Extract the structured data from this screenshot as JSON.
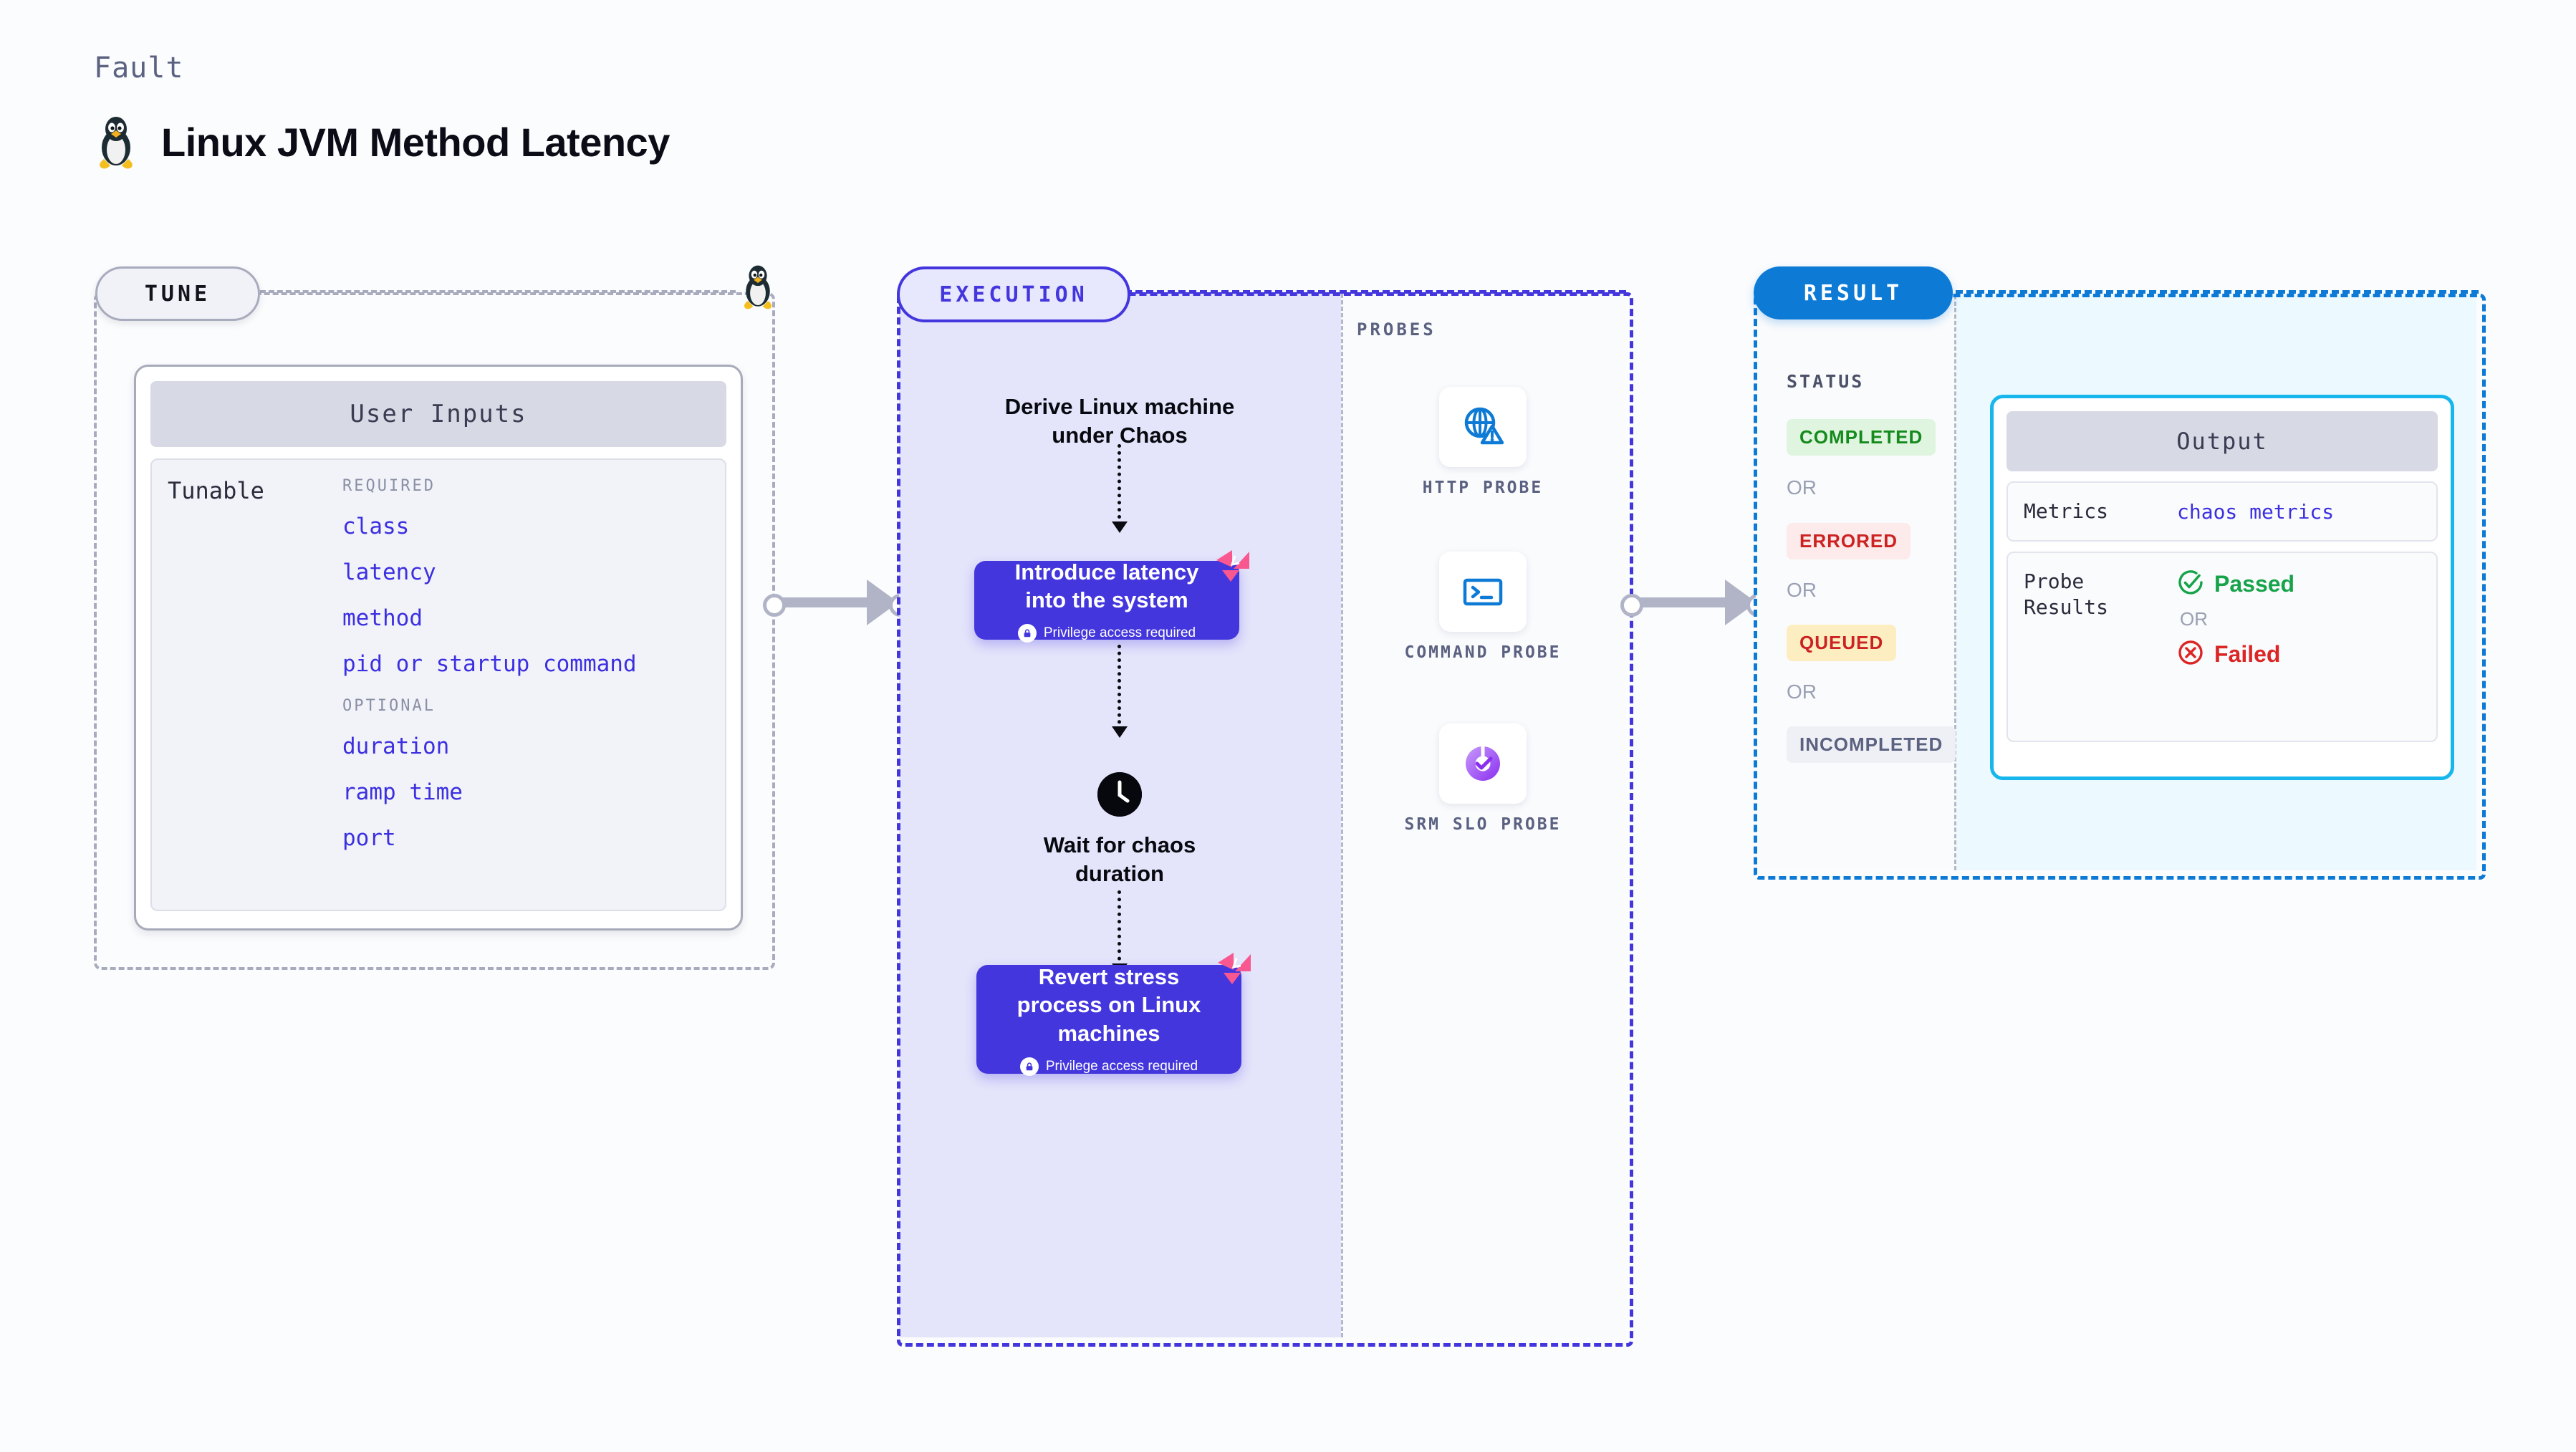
{
  "header": {
    "kicker": "Fault",
    "title": "Linux JVM Method Latency",
    "icon": "linux-penguin-icon"
  },
  "tune": {
    "stage_label": "TUNE",
    "card_header": "User Inputs",
    "row_label": "Tunable",
    "groups": [
      {
        "title": "REQUIRED",
        "items": [
          "class",
          "latency",
          "method",
          "pid or startup command"
        ]
      },
      {
        "title": "OPTIONAL",
        "items": [
          "duration",
          "ramp time",
          "port"
        ]
      }
    ]
  },
  "execution": {
    "stage_label": "EXECUTION",
    "steps": [
      {
        "type": "text",
        "label": "Derive Linux machine\nunder Chaos"
      },
      {
        "type": "action",
        "label": "Introduce latency\ninto the system",
        "note": "Privilege access required"
      },
      {
        "type": "wait",
        "label": "Wait for chaos\nduration",
        "icon": "clock-icon"
      },
      {
        "type": "action",
        "label": "Revert stress\nprocess on Linux\nmachines",
        "note": "Privilege access required"
      }
    ]
  },
  "probes": {
    "section_label": "PROBES",
    "items": [
      {
        "name": "HTTP PROBE",
        "icon": "globe-warning-icon"
      },
      {
        "name": "COMMAND PROBE",
        "icon": "terminal-icon"
      },
      {
        "name": "SRM SLO PROBE",
        "icon": "slo-donut-check-icon"
      }
    ]
  },
  "result": {
    "stage_label": "RESULT",
    "status_label": "STATUS",
    "or_label": "OR",
    "statuses": [
      {
        "label": "COMPLETED",
        "bg": "#dff5df",
        "fg": "#158a1d"
      },
      {
        "label": "ERRORED",
        "bg": "#fdeaea",
        "fg": "#cc2222"
      },
      {
        "label": "QUEUED",
        "bg": "#fdeec2",
        "fg": "#cc2222"
      },
      {
        "label": "INCOMPLETED",
        "bg": "#eff0f5",
        "fg": "#5b6180"
      }
    ],
    "output": {
      "header": "Output",
      "metrics_key": "Metrics",
      "metrics_value": "chaos metrics",
      "probe_key": "Probe\nResults",
      "probe_pass": "Passed",
      "probe_fail": "Failed",
      "or_label": "OR"
    }
  },
  "colors": {
    "accent_purple": "#4436dd",
    "accent_blue": "#0d7ad6",
    "accent_cyan": "#17b6ec",
    "pink": "#f8588f",
    "green": "#16a34a",
    "red": "#dc2626",
    "gray_border": "#a8abbd"
  }
}
